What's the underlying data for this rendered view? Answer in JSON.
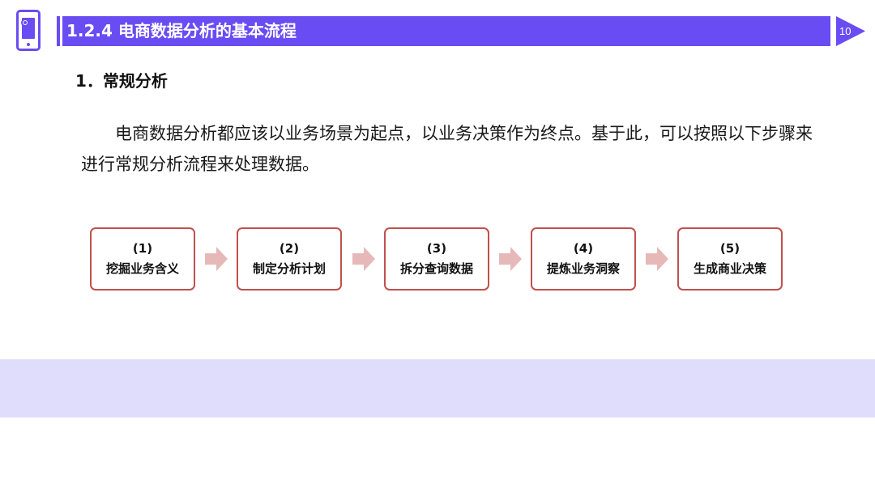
{
  "header": {
    "title": "1.2.4 电商数据分析的基本流程",
    "page_number": "10"
  },
  "section": {
    "heading": "1．常规分析"
  },
  "body": {
    "paragraph": "电商数据分析都应该以业务场景为起点，以业务决策作为终点。基于此，可以按照以下步骤来进行常规分析流程来处理数据。"
  },
  "flow": {
    "steps": [
      {
        "num": "(1)",
        "label": "挖掘业务含义"
      },
      {
        "num": "(2)",
        "label": "制定分析计划"
      },
      {
        "num": "(3)",
        "label": "拆分查询数据"
      },
      {
        "num": "(4)",
        "label": "提炼业务洞察"
      },
      {
        "num": "(5)",
        "label": "生成商业决策"
      }
    ]
  },
  "colors": {
    "accent": "#6a4cf3",
    "step_border": "#c0504d",
    "arrow_fill": "#e6b9b8",
    "band": "#e0dcfb"
  }
}
